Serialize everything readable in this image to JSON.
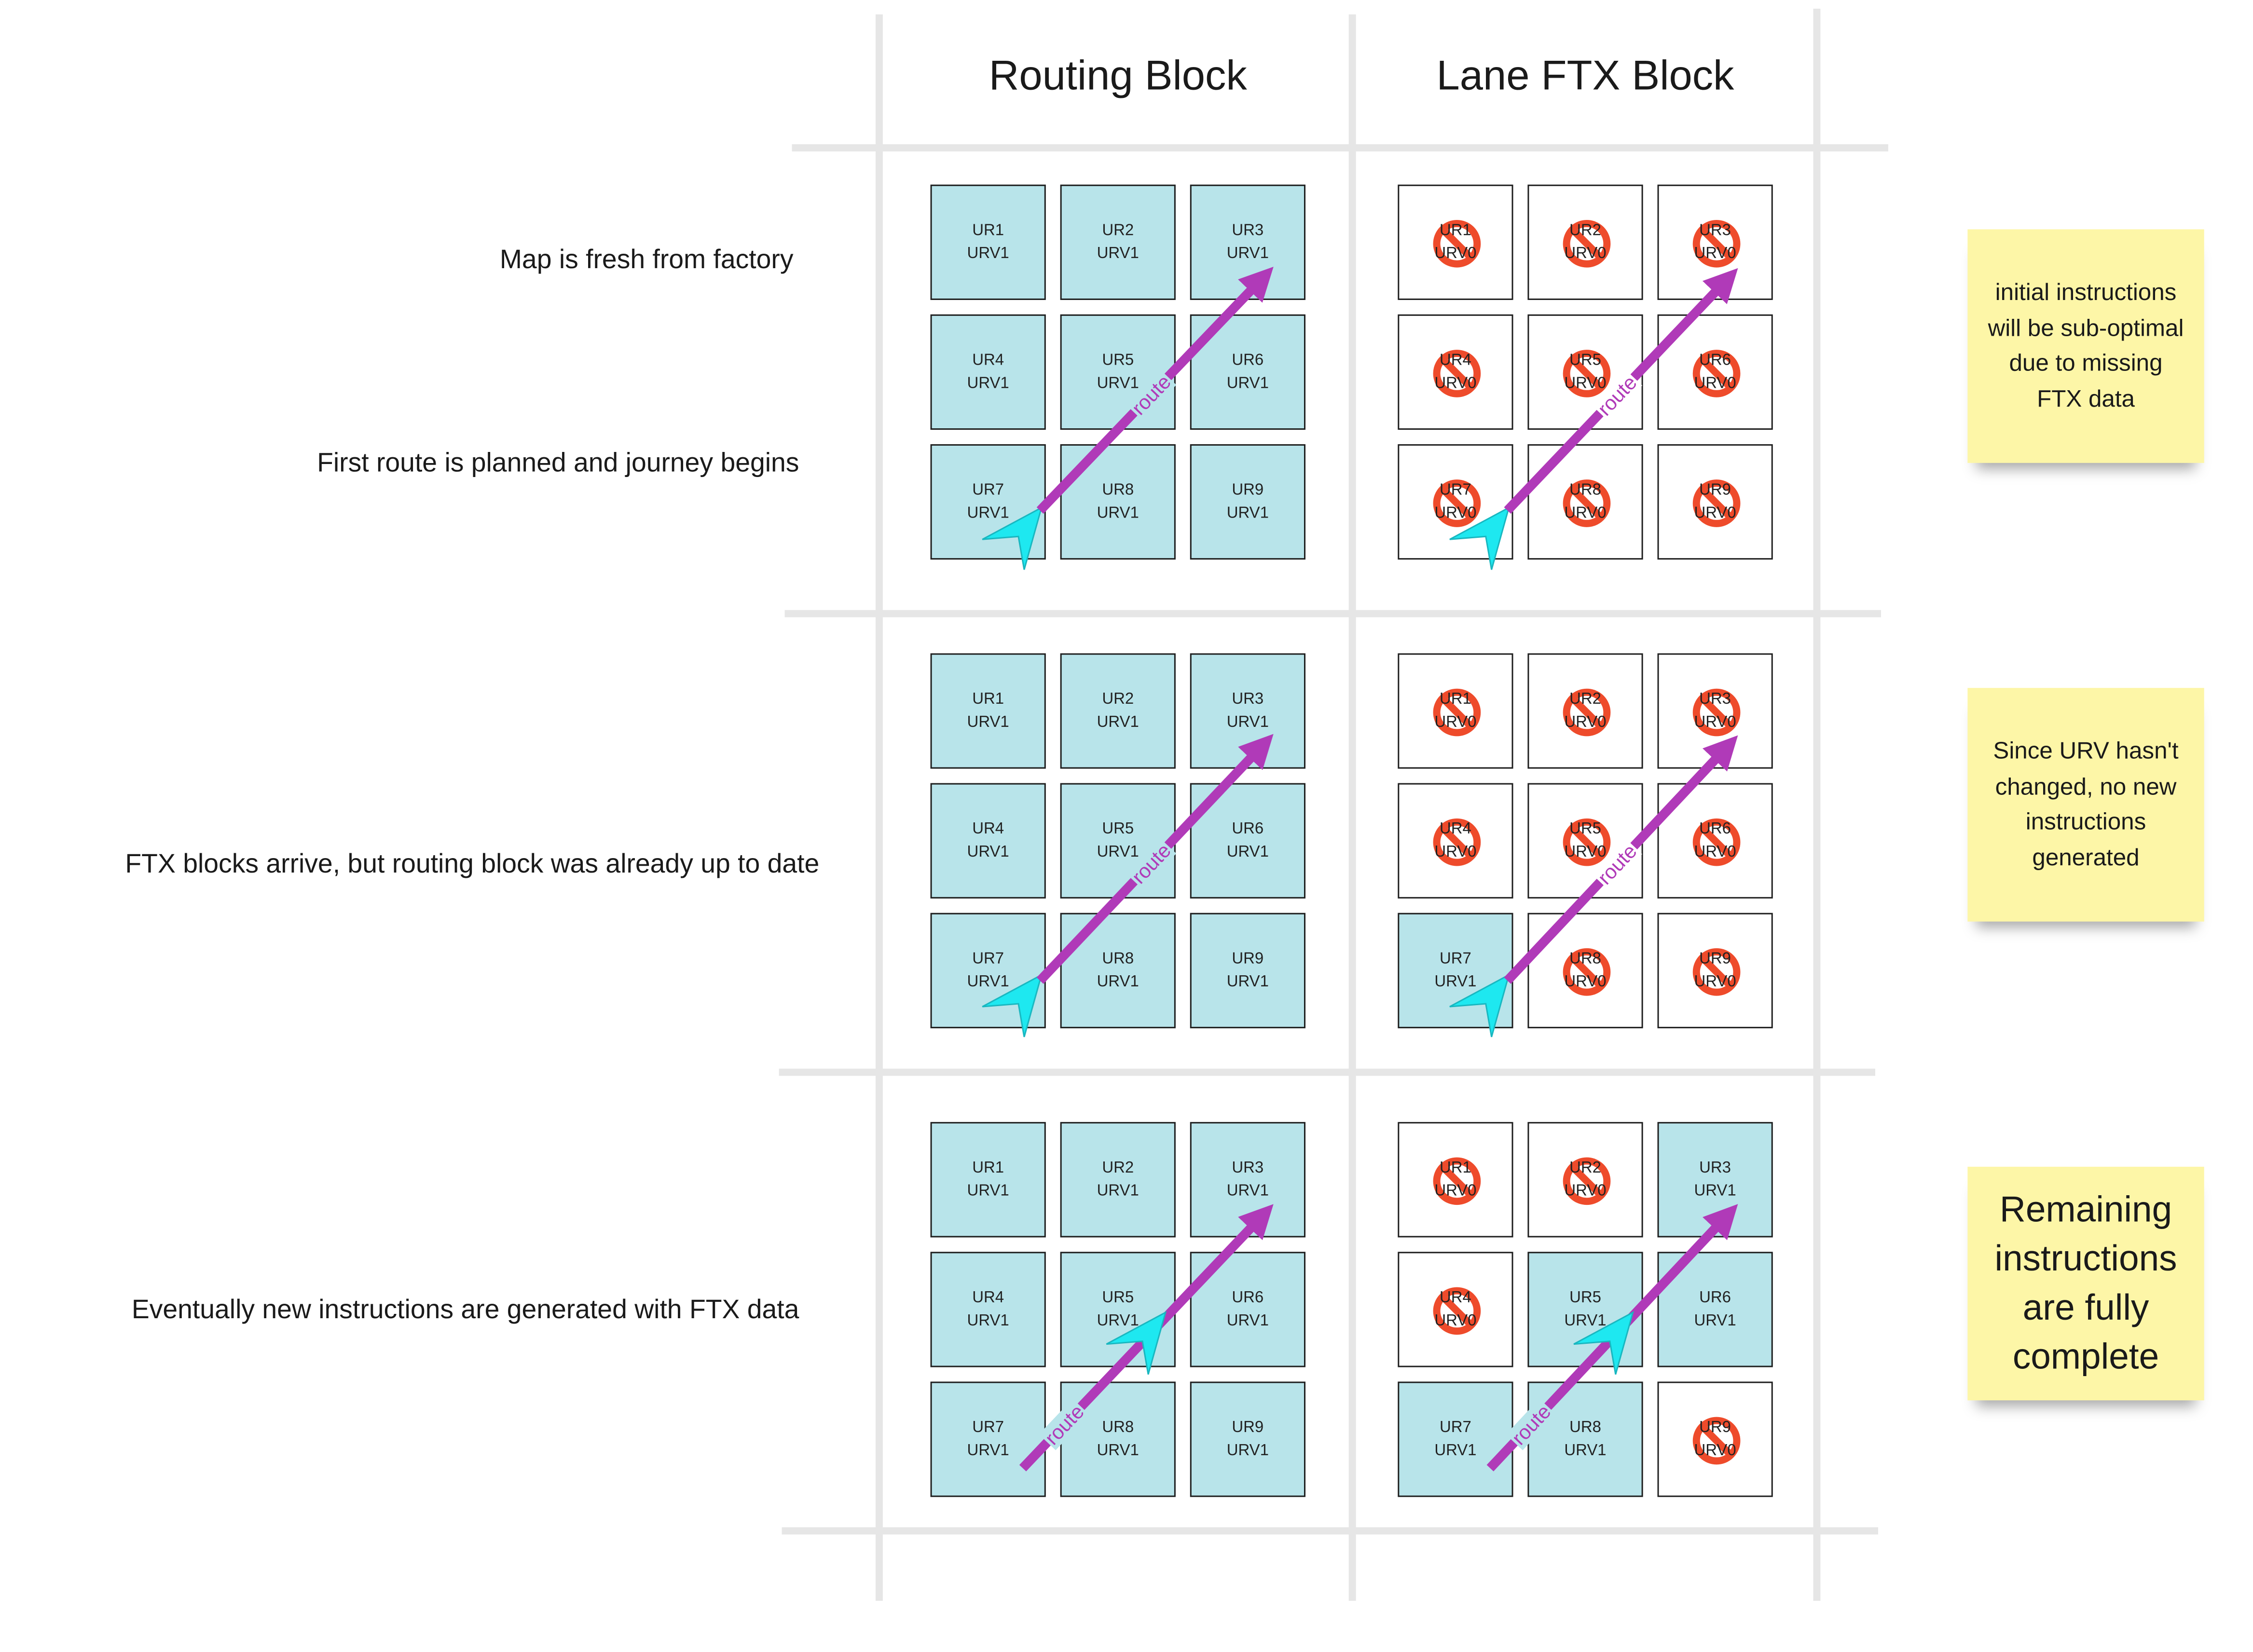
{
  "columns": [
    {
      "id": "routing",
      "title": "Routing Block"
    },
    {
      "id": "lane_ftx",
      "title": "Lane FTX Block"
    }
  ],
  "rows": [
    {
      "labels": [
        "Map is fresh from factory",
        "First route is planned and journey begins"
      ],
      "note": "initial instructions will be sub-optimal due to missing FTX data",
      "route_label": "route",
      "routing": [
        {
          "ur": "UR1",
          "urv": "URV1",
          "fresh": true
        },
        {
          "ur": "UR2",
          "urv": "URV1",
          "fresh": true
        },
        {
          "ur": "UR3",
          "urv": "URV1",
          "fresh": true
        },
        {
          "ur": "UR4",
          "urv": "URV1",
          "fresh": true
        },
        {
          "ur": "UR5",
          "urv": "URV1",
          "fresh": true
        },
        {
          "ur": "UR6",
          "urv": "URV1",
          "fresh": true
        },
        {
          "ur": "UR7",
          "urv": "URV1",
          "fresh": true
        },
        {
          "ur": "UR8",
          "urv": "URV1",
          "fresh": true
        },
        {
          "ur": "UR9",
          "urv": "URV1",
          "fresh": true
        }
      ],
      "lane_ftx": [
        {
          "ur": "UR1",
          "urv": "URV0",
          "fresh": false
        },
        {
          "ur": "UR2",
          "urv": "URV0",
          "fresh": false
        },
        {
          "ur": "UR3",
          "urv": "URV0",
          "fresh": false
        },
        {
          "ur": "UR4",
          "urv": "URV0",
          "fresh": false
        },
        {
          "ur": "UR5",
          "urv": "URV0",
          "fresh": false
        },
        {
          "ur": "UR6",
          "urv": "URV0",
          "fresh": false
        },
        {
          "ur": "UR7",
          "urv": "URV0",
          "fresh": false
        },
        {
          "ur": "UR8",
          "urv": "URV0",
          "fresh": false
        },
        {
          "ur": "UR9",
          "urv": "URV0",
          "fresh": false
        }
      ]
    },
    {
      "labels": [
        "FTX blocks arrive, but routing block was already up to date"
      ],
      "note": "Since URV hasn't changed, no new instructions generated",
      "route_label": "route",
      "routing": [
        {
          "ur": "UR1",
          "urv": "URV1",
          "fresh": true
        },
        {
          "ur": "UR2",
          "urv": "URV1",
          "fresh": true
        },
        {
          "ur": "UR3",
          "urv": "URV1",
          "fresh": true
        },
        {
          "ur": "UR4",
          "urv": "URV1",
          "fresh": true
        },
        {
          "ur": "UR5",
          "urv": "URV1",
          "fresh": true
        },
        {
          "ur": "UR6",
          "urv": "URV1",
          "fresh": true
        },
        {
          "ur": "UR7",
          "urv": "URV1",
          "fresh": true
        },
        {
          "ur": "UR8",
          "urv": "URV1",
          "fresh": true
        },
        {
          "ur": "UR9",
          "urv": "URV1",
          "fresh": true
        }
      ],
      "lane_ftx": [
        {
          "ur": "UR1",
          "urv": "URV0",
          "fresh": false
        },
        {
          "ur": "UR2",
          "urv": "URV0",
          "fresh": false
        },
        {
          "ur": "UR3",
          "urv": "URV0",
          "fresh": false
        },
        {
          "ur": "UR4",
          "urv": "URV0",
          "fresh": false
        },
        {
          "ur": "UR5",
          "urv": "URV0",
          "fresh": false
        },
        {
          "ur": "UR6",
          "urv": "URV0",
          "fresh": false
        },
        {
          "ur": "UR7",
          "urv": "URV1",
          "fresh": true
        },
        {
          "ur": "UR8",
          "urv": "URV0",
          "fresh": false
        },
        {
          "ur": "UR9",
          "urv": "URV0",
          "fresh": false
        }
      ]
    },
    {
      "labels": [
        "Eventually new instructions are generated with FTX data"
      ],
      "note": "Remaining instructions are fully complete",
      "route_label": "route",
      "routing": [
        {
          "ur": "UR1",
          "urv": "URV1",
          "fresh": true
        },
        {
          "ur": "UR2",
          "urv": "URV1",
          "fresh": true
        },
        {
          "ur": "UR3",
          "urv": "URV1",
          "fresh": true
        },
        {
          "ur": "UR4",
          "urv": "URV1",
          "fresh": true
        },
        {
          "ur": "UR5",
          "urv": "URV1",
          "fresh": true
        },
        {
          "ur": "UR6",
          "urv": "URV1",
          "fresh": true
        },
        {
          "ur": "UR7",
          "urv": "URV1",
          "fresh": true
        },
        {
          "ur": "UR8",
          "urv": "URV1",
          "fresh": true
        },
        {
          "ur": "UR9",
          "urv": "URV1",
          "fresh": true
        }
      ],
      "lane_ftx": [
        {
          "ur": "UR1",
          "urv": "URV0",
          "fresh": false
        },
        {
          "ur": "UR2",
          "urv": "URV0",
          "fresh": false
        },
        {
          "ur": "UR3",
          "urv": "URV1",
          "fresh": true
        },
        {
          "ur": "UR4",
          "urv": "URV0",
          "fresh": false
        },
        {
          "ur": "UR5",
          "urv": "URV1",
          "fresh": true
        },
        {
          "ur": "UR6",
          "urv": "URV1",
          "fresh": true
        },
        {
          "ur": "UR7",
          "urv": "URV1",
          "fresh": true
        },
        {
          "ur": "UR8",
          "urv": "URV1",
          "fresh": true
        },
        {
          "ur": "UR9",
          "urv": "URV0",
          "fresh": false
        }
      ]
    }
  ],
  "colors": {
    "tile_fresh": "#b8e4ea",
    "tile_stale": "#ffffff",
    "no_icon": "#ee4b2b",
    "route_arrow": "#b03ab8",
    "position_marker": "#1ee8f0",
    "sticky_note": "#fdf6a7",
    "gridline": "#e6e6e6"
  },
  "icons": {
    "stale_marker": "no-entry-icon",
    "vehicle": "navigation-arrow-icon"
  }
}
